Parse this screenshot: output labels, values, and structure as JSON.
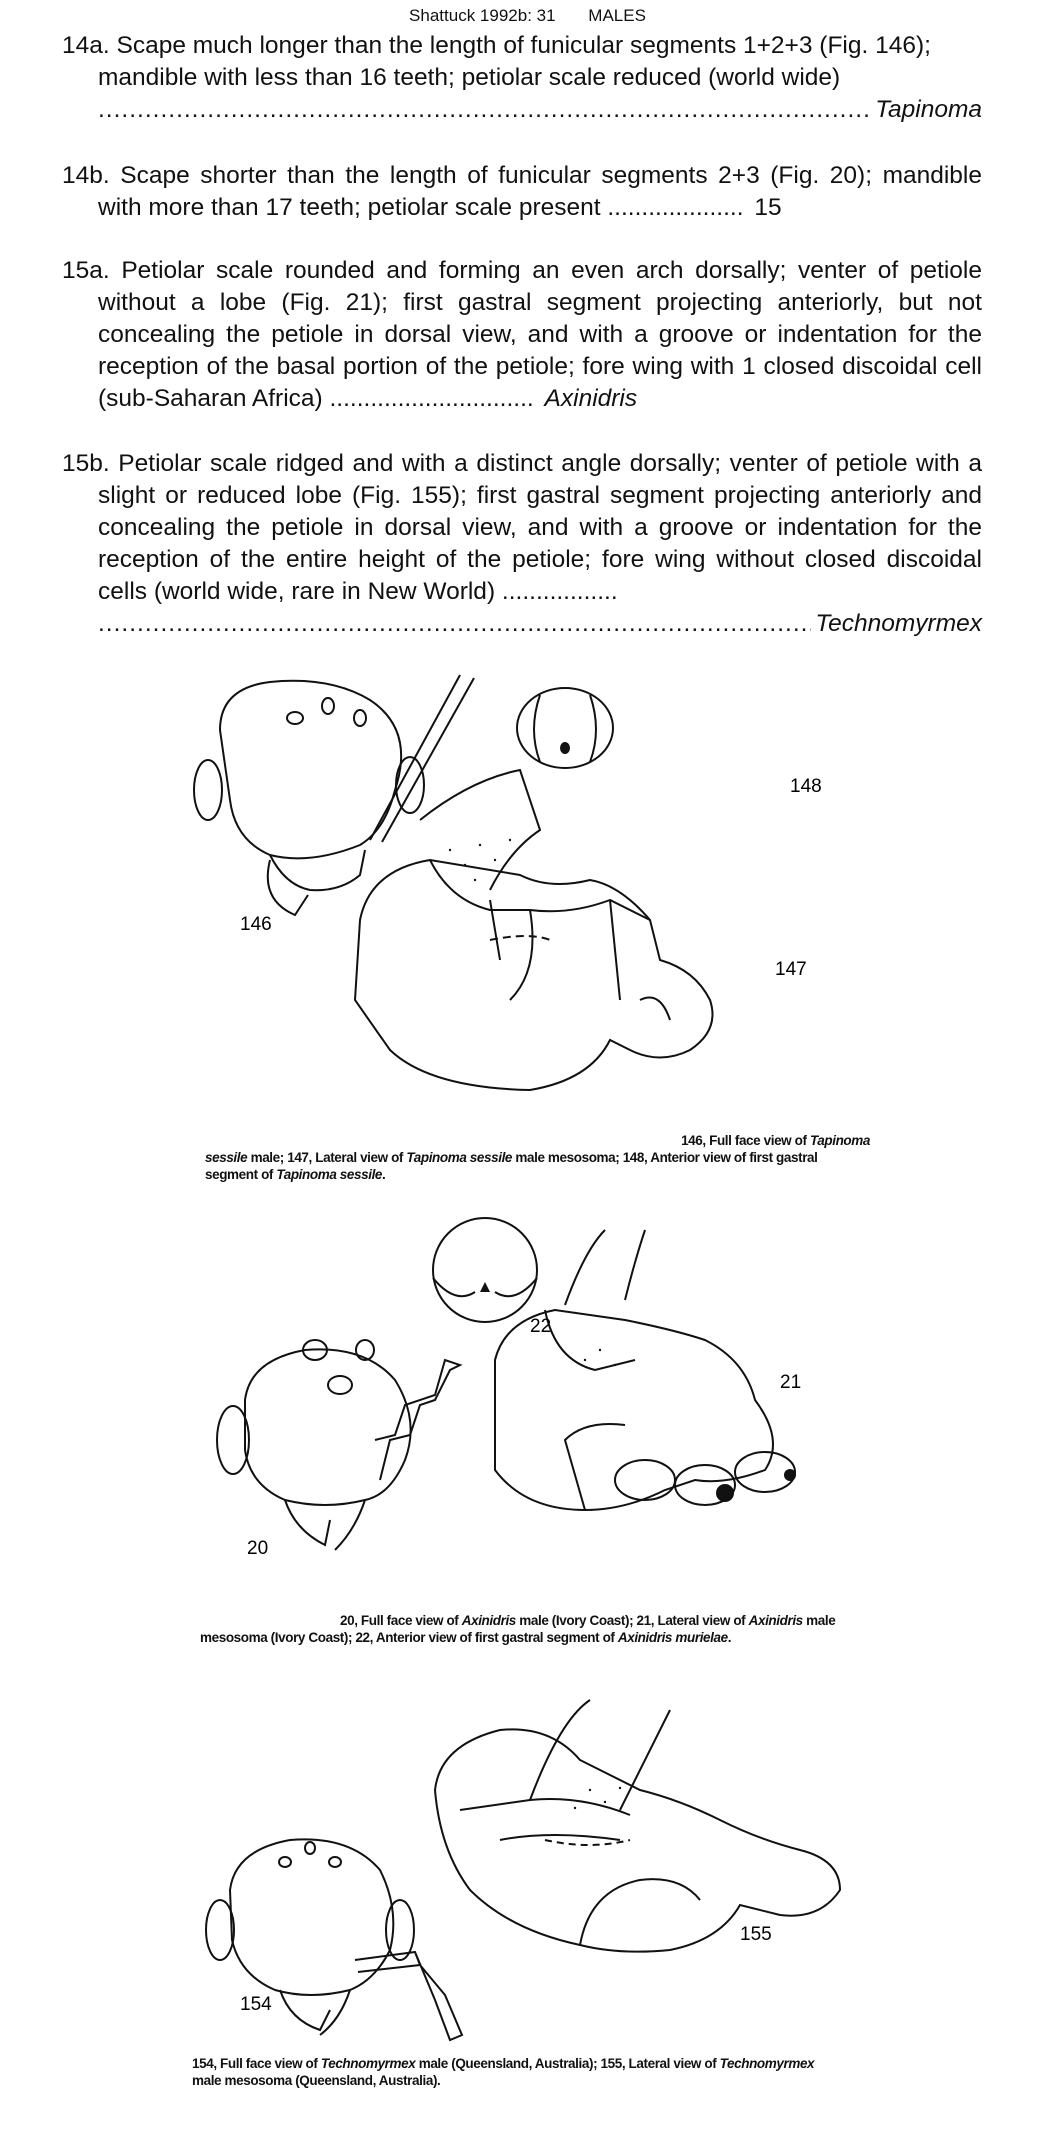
{
  "header": {
    "left": "Shattuck 1992b: 31",
    "right": "MALES"
  },
  "couplets": [
    {
      "id": "14a",
      "label": "14a.",
      "text": "Scape much longer than the length of funicular segments 1+2+3 (Fig. 146); mandible with less than 16 teeth; petiolar scale reduced (world wide)",
      "result": "Tapinoma"
    },
    {
      "id": "14b",
      "label": "14b.",
      "text": "Scape shorter than the length of funicular segments 2+3 (Fig. 20); mandible with more than 17 teeth; petiolar scale present",
      "result": "15"
    },
    {
      "id": "15a",
      "label": "15a.",
      "text": "Petiolar scale rounded and forming an even arch dorsally; venter of petiole without a lobe (Fig. 21); first gastral segment projecting anteriorly, but not concealing the petiole in dorsal view, and with a groove or indentation for the reception of the basal portion of the petiole; fore wing with 1 closed discoidal cell (sub-Saharan Africa)",
      "result": "Axinidris"
    },
    {
      "id": "15b",
      "label": "15b.",
      "text": "Petiolar scale ridged and with a distinct angle dorsally; venter of petiole with a slight or reduced lobe (Fig. 155); first gastral segment projecting anteriorly and concealing the petiole in dorsal view, and with a groove or indentation for the reception of the entire height of the petiole; fore wing without closed discoidal cells (world wide, rare in New World)",
      "result": "Technomyrmex"
    }
  ],
  "figures": {
    "group1": {
      "labels": {
        "head": "146",
        "mesosoma": "147",
        "gaster": "148"
      },
      "caption": {
        "p1": "146, Full face view of ",
        "i1": "Tapinoma",
        "i2": "sessile",
        "p2": " male; 147, Lateral view of ",
        "i3": "Tapinoma sessile",
        "p3": " male mesosoma; 148, Anterior view of first gastral segment of ",
        "i4": "Tapinoma sessile",
        "p4": "."
      }
    },
    "group2": {
      "labels": {
        "head": "20",
        "mesosoma": "21",
        "gaster": "22"
      },
      "caption": {
        "p1": "20, Full face view of ",
        "i1": "Axinidris",
        "p2": " male (Ivory Coast); 21, Lateral view of ",
        "i2": "Axinidris",
        "p3": " male",
        "p4": "mesosoma (Ivory Coast); 22,  Anterior view of first gastral segment of ",
        "i3": "Axinidris murielae",
        "p5": "."
      }
    },
    "group3": {
      "labels": {
        "head": "154",
        "mesosoma": "155"
      },
      "caption": {
        "p1": "154, Full face view of ",
        "i1": "Technomyrmex",
        "p2": " male (Queensland, Australia); 155, Lateral view of ",
        "i2": "Technomyrmex",
        "p3": "male mesosoma (Queensland, Australia)."
      }
    }
  }
}
